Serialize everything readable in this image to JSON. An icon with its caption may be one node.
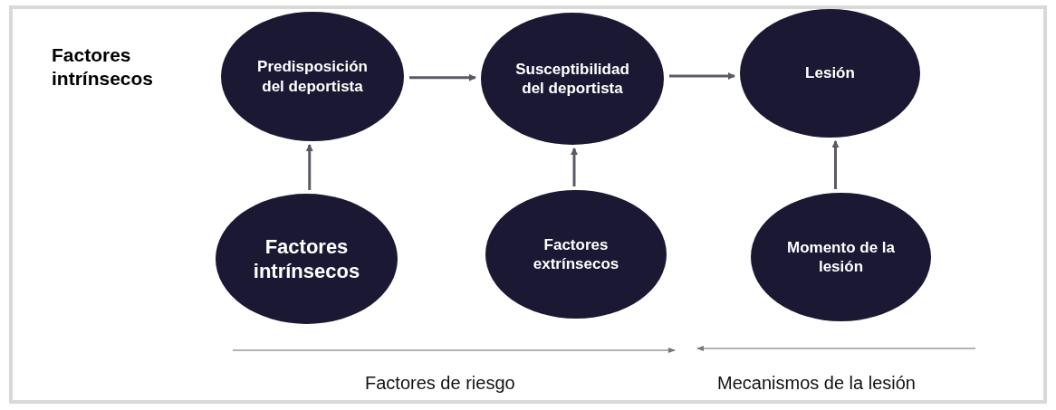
{
  "diagram": {
    "nodes": [
      {
        "text": [
          "Predisposición del deportista"
        ]
      },
      {
        "text": [
          "Susceptibilidad del deportista"
        ]
      },
      {
        "text": [
          "Lesión"
        ]
      },
      {
        "text": [
          "Factores intrínsecos"
        ]
      },
      {
        "text": [
          "Factores extrínsecos"
        ]
      },
      {
        "text": [
          "Momento de la lesión"
        ]
      }
    ],
    "edges": [
      {
        "from": 0,
        "to": 1,
        "arrow": "to"
      },
      {
        "from": 1,
        "to": 2,
        "arrow": "to"
      },
      {
        "from": 3,
        "to": 0,
        "arrow": "to"
      },
      {
        "from": 4,
        "to": 1,
        "arrow": "to"
      },
      {
        "from": 5,
        "to": 2,
        "arrow": "to"
      }
    ],
    "labels": [
      "Factores intrínsecos",
      "Factores de riesgo",
      "Mecanismos de la lesión"
    ]
  }
}
